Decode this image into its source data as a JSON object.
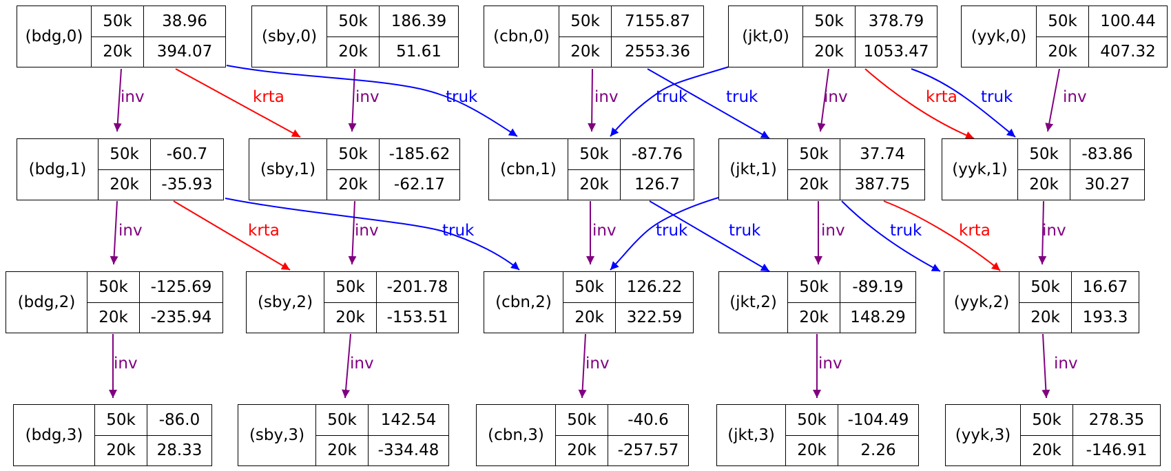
{
  "colors": {
    "inv": "#800080",
    "krta": "#ff0000",
    "truk": "#0000ff"
  },
  "nodes": {
    "bdg0": {
      "name": "(bdg,0)",
      "k1": "50k",
      "v1": "38.96",
      "k2": "20k",
      "v2": "394.07"
    },
    "sby0": {
      "name": "(sby,0)",
      "k1": "50k",
      "v1": "186.39",
      "k2": "20k",
      "v2": "51.61"
    },
    "cbn0": {
      "name": "(cbn,0)",
      "k1": "50k",
      "v1": "7155.87",
      "k2": "20k",
      "v2": "2553.36"
    },
    "jkt0": {
      "name": "(jkt,0)",
      "k1": "50k",
      "v1": "378.79",
      "k2": "20k",
      "v2": "1053.47"
    },
    "yyk0": {
      "name": "(yyk,0)",
      "k1": "50k",
      "v1": "100.44",
      "k2": "20k",
      "v2": "407.32"
    },
    "bdg1": {
      "name": "(bdg,1)",
      "k1": "50k",
      "v1": "-60.7",
      "k2": "20k",
      "v2": "-35.93"
    },
    "sby1": {
      "name": "(sby,1)",
      "k1": "50k",
      "v1": "-185.62",
      "k2": "20k",
      "v2": "-62.17"
    },
    "cbn1": {
      "name": "(cbn,1)",
      "k1": "50k",
      "v1": "-87.76",
      "k2": "20k",
      "v2": "126.7"
    },
    "jkt1": {
      "name": "(jkt,1)",
      "k1": "50k",
      "v1": "37.74",
      "k2": "20k",
      "v2": "387.75"
    },
    "yyk1": {
      "name": "(yyk,1)",
      "k1": "50k",
      "v1": "-83.86",
      "k2": "20k",
      "v2": "30.27"
    },
    "bdg2": {
      "name": "(bdg,2)",
      "k1": "50k",
      "v1": "-125.69",
      "k2": "20k",
      "v2": "-235.94"
    },
    "sby2": {
      "name": "(sby,2)",
      "k1": "50k",
      "v1": "-201.78",
      "k2": "20k",
      "v2": "-153.51"
    },
    "cbn2": {
      "name": "(cbn,2)",
      "k1": "50k",
      "v1": "126.22",
      "k2": "20k",
      "v2": "322.59"
    },
    "jkt2": {
      "name": "(jkt,2)",
      "k1": "50k",
      "v1": "-89.19",
      "k2": "20k",
      "v2": "148.29"
    },
    "yyk2": {
      "name": "(yyk,2)",
      "k1": "50k",
      "v1": "16.67",
      "k2": "20k",
      "v2": "193.3"
    },
    "bdg3": {
      "name": "(bdg,3)",
      "k1": "50k",
      "v1": "-86.0",
      "k2": "20k",
      "v2": "28.33"
    },
    "sby3": {
      "name": "(sby,3)",
      "k1": "50k",
      "v1": "142.54",
      "k2": "20k",
      "v2": "-334.48"
    },
    "cbn3": {
      "name": "(cbn,3)",
      "k1": "50k",
      "v1": "-40.6",
      "k2": "20k",
      "v2": "-257.57"
    },
    "jkt3": {
      "name": "(jkt,3)",
      "k1": "50k",
      "v1": "-104.49",
      "k2": "20k",
      "v2": "2.26"
    },
    "yyk3": {
      "name": "(yyk,3)",
      "k1": "50k",
      "v1": "278.35",
      "k2": "20k",
      "v2": "-146.91"
    }
  },
  "edges": [
    {
      "id": "bdg0-bdg1",
      "label": "inv",
      "type": "inv"
    },
    {
      "id": "sby0-sby1",
      "label": "inv",
      "type": "inv"
    },
    {
      "id": "cbn0-cbn1",
      "label": "inv",
      "type": "inv"
    },
    {
      "id": "jkt0-jkt1",
      "label": "inv",
      "type": "inv"
    },
    {
      "id": "yyk0-yyk1",
      "label": "inv",
      "type": "inv"
    },
    {
      "id": "bdg0-sby1",
      "label": "krta",
      "type": "krta"
    },
    {
      "id": "bdg0-cbn1",
      "label": "truk",
      "type": "truk"
    },
    {
      "id": "jkt0-cbn1",
      "label": "truk",
      "type": "truk"
    },
    {
      "id": "cbn0-jkt1",
      "label": "truk",
      "type": "truk"
    },
    {
      "id": "jkt0-yyk1k",
      "label": "krta",
      "type": "krta"
    },
    {
      "id": "jkt0-yyk1t",
      "label": "truk",
      "type": "truk"
    },
    {
      "id": "bdg1-bdg2",
      "label": "inv",
      "type": "inv"
    },
    {
      "id": "sby1-sby2",
      "label": "inv",
      "type": "inv"
    },
    {
      "id": "cbn1-cbn2",
      "label": "inv",
      "type": "inv"
    },
    {
      "id": "jkt1-jkt2",
      "label": "inv",
      "type": "inv"
    },
    {
      "id": "yyk1-yyk2",
      "label": "inv",
      "type": "inv"
    },
    {
      "id": "bdg1-sby2",
      "label": "krta",
      "type": "krta"
    },
    {
      "id": "bdg1-cbn2",
      "label": "truk",
      "type": "truk"
    },
    {
      "id": "jkt1-cbn2",
      "label": "truk",
      "type": "truk"
    },
    {
      "id": "cbn1-jkt2",
      "label": "truk",
      "type": "truk"
    },
    {
      "id": "jkt1-yyk2t",
      "label": "truk",
      "type": "truk"
    },
    {
      "id": "jkt1-yyk2k",
      "label": "krta",
      "type": "krta"
    },
    {
      "id": "bdg2-bdg3",
      "label": "inv",
      "type": "inv"
    },
    {
      "id": "sby2-sby3",
      "label": "inv",
      "type": "inv"
    },
    {
      "id": "cbn2-cbn3",
      "label": "inv",
      "type": "inv"
    },
    {
      "id": "jkt2-jkt3",
      "label": "inv",
      "type": "inv"
    },
    {
      "id": "yyk2-yyk3",
      "label": "inv",
      "type": "inv"
    }
  ]
}
